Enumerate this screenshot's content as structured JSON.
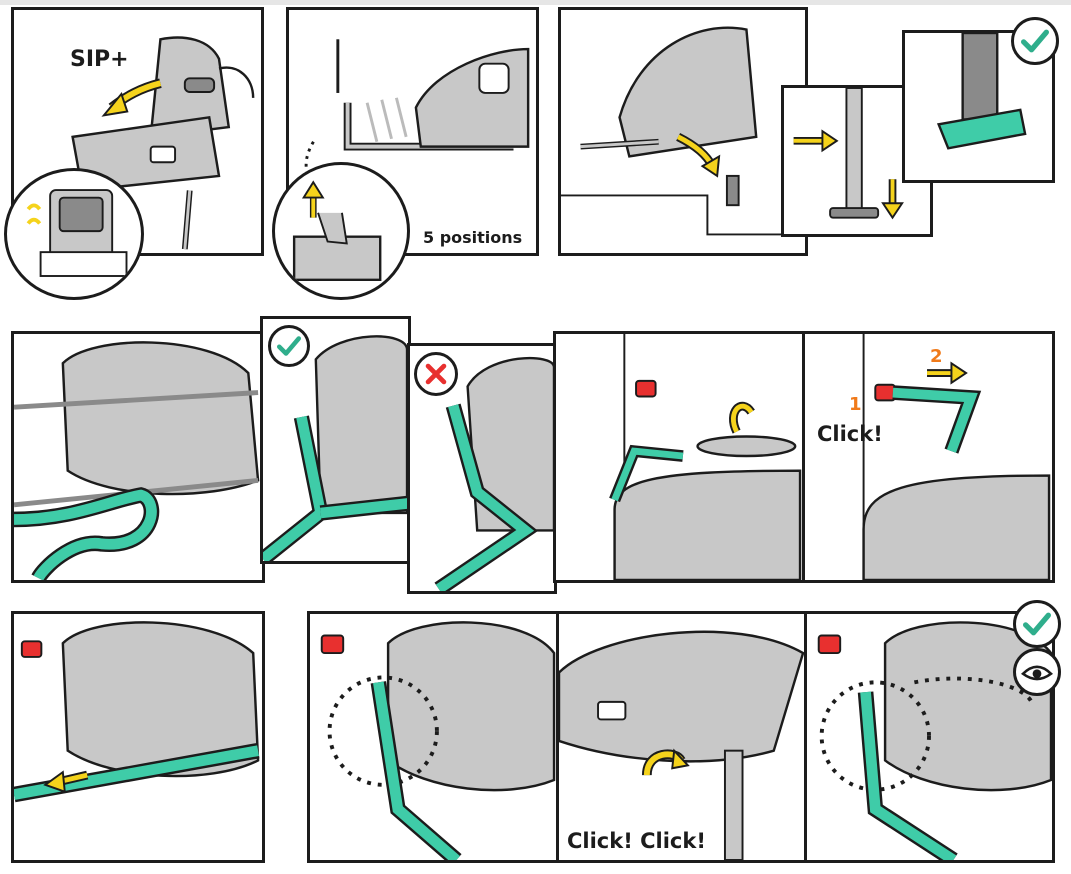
{
  "labels": {
    "sip": "SIP+",
    "positions": "5 positions",
    "click_single": "Click!",
    "click_double": "Click! Click!",
    "step_one": "1",
    "step_two": "2"
  },
  "colors": {
    "outline": "#1c1c1c",
    "seat_gray": "#c8c8c8",
    "dark_gray": "#8a8a8a",
    "belt_teal": "#3fcca8",
    "belt_dark": "#1f8e72",
    "arrow_yellow": "#f5d31c",
    "buckle_red": "#e8302f",
    "step_orange": "#f07a1a",
    "check_teal": "#2fae8c",
    "cross_red": "#e8302f"
  },
  "icons": {
    "check": "check-circle-icon",
    "cross": "cross-circle-icon",
    "eye": "eye-icon"
  }
}
